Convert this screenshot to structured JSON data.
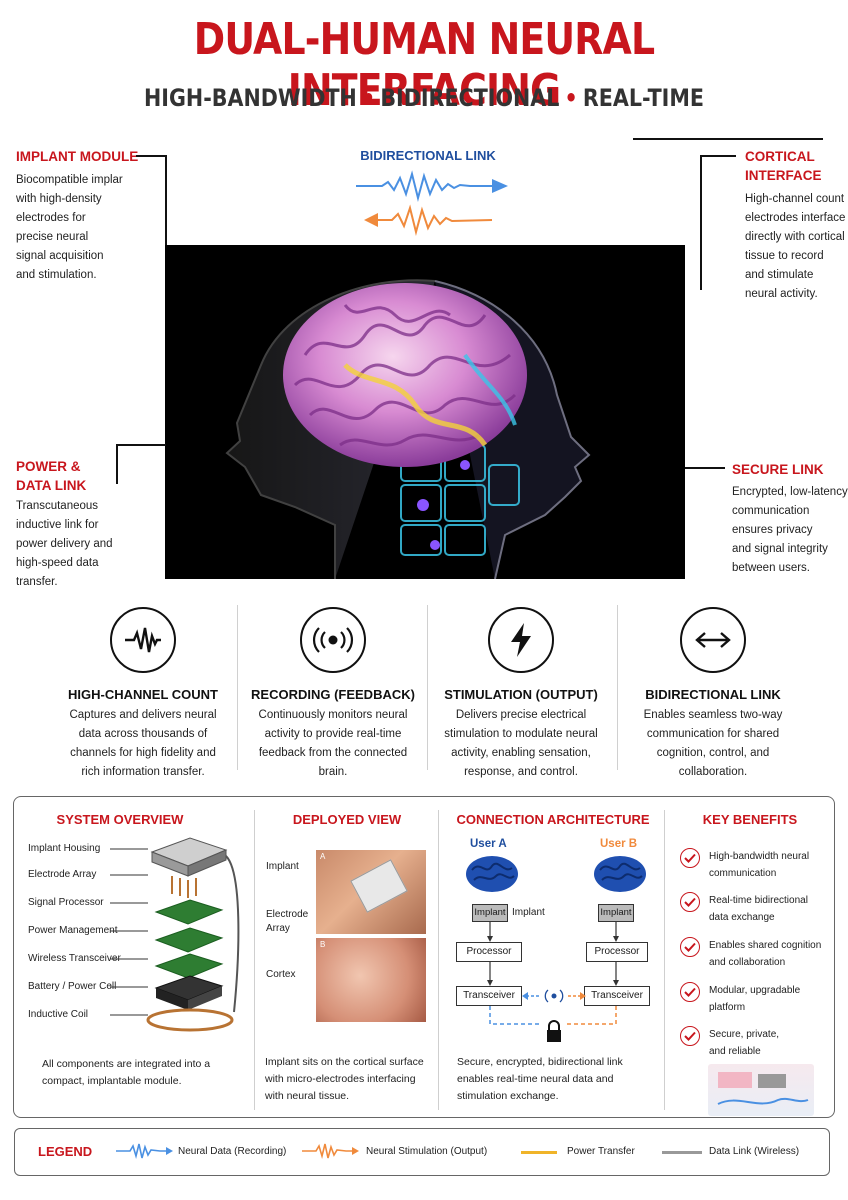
{
  "header": {
    "title": "DUAL-HUMAN NEURAL INTERFACING",
    "subtitle_parts": [
      "HIGH-BANDWIDTH",
      "BIDIRECTIONAL",
      "REAL-TIME"
    ],
    "separator": "•"
  },
  "link_indicator": {
    "label": "BIDIRECTIONAL LINK"
  },
  "callouts": {
    "implant_module": {
      "title": "IMPLANT MODULE",
      "lines": [
        "Biocompatible implar",
        "with high-density",
        "electrodes for",
        "precise neural",
        "signal acquisition",
        "and stimulation."
      ]
    },
    "cortical_interface": {
      "title_lines": [
        "CORTICAL",
        "INTERFACE"
      ],
      "lines": [
        "High-channel count",
        "electrodes interface",
        "directly with cortical",
        "tissue to record",
        "and stimulate",
        "neural activity."
      ]
    },
    "power_data_link": {
      "title_lines": [
        "POWER &",
        "DATA LINK"
      ],
      "lines": [
        "Transcutaneous",
        "inductive link for",
        "power delivery and",
        "high-speed data",
        "transfer."
      ]
    },
    "secure_link": {
      "title": "SECURE LINK",
      "lines": [
        "Encrypted, low-latency",
        "communication",
        "ensures privacy",
        "and signal integrity",
        "between users."
      ]
    }
  },
  "features": [
    {
      "icon": "waveform-icon",
      "title": "HIGH-CHANNEL COUNT",
      "lines": [
        "Captures and delivers neural",
        "data across thousands of",
        "channels for high fidelity and",
        "rich information transfer."
      ]
    },
    {
      "icon": "broadcast-icon",
      "title": "RECORDING (FEEDBACK)",
      "lines": [
        "Continuously monitors neural",
        "activity to provide real-time",
        "feedback from the connected",
        "brain."
      ]
    },
    {
      "icon": "lightning-icon",
      "title": "STIMULATION (OUTPUT)",
      "lines": [
        "Delivers precise electrical",
        "stimulation to modulate neural",
        "activity, enabling sensation,",
        "response, and control."
      ]
    },
    {
      "icon": "double-arrow-icon",
      "title": "BIDIRECTIONAL LINK",
      "lines": [
        "Enables seamless two-way",
        "communication for shared",
        "cognition, control, and",
        "collaboration."
      ]
    }
  ],
  "system_overview": {
    "heading": "SYSTEM OVERVIEW",
    "components": [
      "Implant Housing",
      "Electrode Array",
      "Signal Processor",
      "Power Management",
      "Wireless Transceiver",
      "Battery / Power Cell",
      "Inductive Coil"
    ],
    "caption_lines": [
      "All components are integrated into a",
      "compact, implantable module."
    ]
  },
  "deployed_view": {
    "heading": "DEPLOYED VIEW",
    "labels": {
      "implant": "Implant",
      "electrode_lines": [
        "Electrode",
        "Array"
      ],
      "cortex": "Cortex",
      "panel_a": "A",
      "panel_b": "B"
    },
    "caption_lines": [
      "Implant sits on the cortical surface",
      "with micro-electrodes interfacing",
      "with neural tissue."
    ]
  },
  "connection_architecture": {
    "heading": "CONNECTION ARCHITECTURE",
    "user_a": "User A",
    "user_b": "User B",
    "implant_label": "Implant",
    "implant_side_label": "Implant",
    "processor_label": "Processor",
    "transceiver_label": "Transceiver",
    "caption_lines": [
      "Secure, encrypted, bidirectional link",
      "enables real-time neural data and",
      "stimulation exchange."
    ]
  },
  "key_benefits": {
    "heading": "KEY BENEFITS",
    "items": [
      [
        "High-bandwidth neural",
        "communication"
      ],
      [
        "Real-time bidirectional",
        "data exchange"
      ],
      [
        "Enables shared cognition",
        "and collaboration"
      ],
      [
        "Modular, upgradable",
        "platform"
      ],
      [
        "Secure, private,",
        "and reliable"
      ]
    ]
  },
  "legend": {
    "title": "LEGEND",
    "items": [
      {
        "label": "Neural Data (Recording)",
        "color": "#4a90e2"
      },
      {
        "label": "Neural Stimulation (Output)",
        "color": "#f08a3c"
      },
      {
        "label": "Power Transfer",
        "color": "#f0b429"
      },
      {
        "label": "Data Link (Wireless)",
        "color": "#999999"
      }
    ]
  },
  "colors": {
    "accent_red": "#c8161d",
    "link_blue": "#1f4e9e",
    "data_blue": "#4a90e2",
    "stim_orange": "#f08a3c"
  }
}
